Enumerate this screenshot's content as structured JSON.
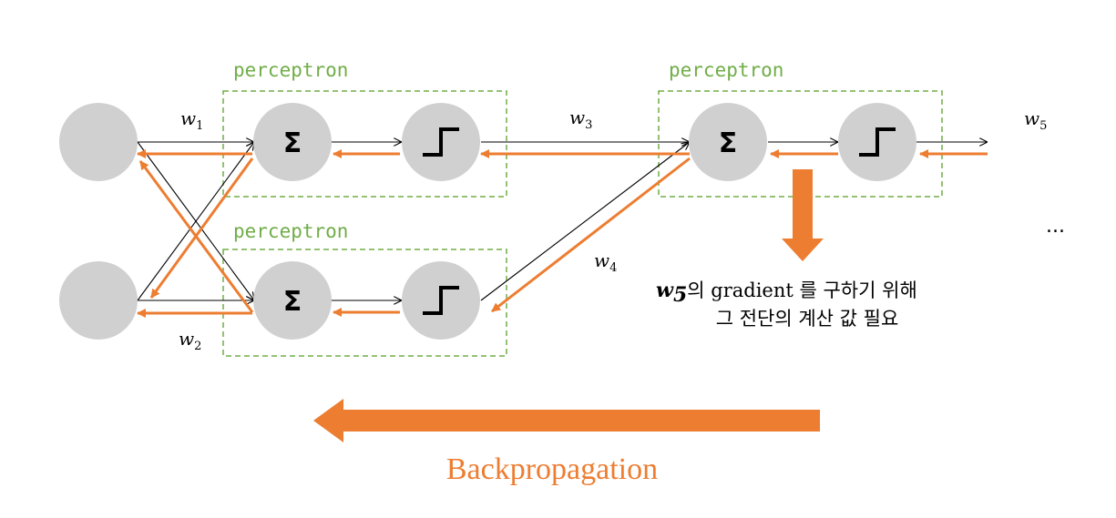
{
  "labels": {
    "perceptron_top_left": "perceptron",
    "perceptron_top_right": "perceptron",
    "perceptron_bottom": "perceptron",
    "sum_symbol": "Σ",
    "ellipsis": "...",
    "backpropagation": "Backpropagation"
  },
  "weights": {
    "w1": {
      "base": "w",
      "sub": "1"
    },
    "w2": {
      "base": "w",
      "sub": "2"
    },
    "w3": {
      "base": "w",
      "sub": "3"
    },
    "w4": {
      "base": "w",
      "sub": "4"
    },
    "w5": {
      "base": "w",
      "sub": "5"
    }
  },
  "note": {
    "w5_base": "w",
    "w5_sub": "5",
    "line1_rest": "의 gradient 를 구하기 위해",
    "line2": "그 전단의 계산 값 필요"
  },
  "colors": {
    "node_fill": "#d0d0d0",
    "backprop_orange": "#ed7d31",
    "perceptron_box_green": "#70ad47",
    "forward_line": "#000000"
  },
  "icons": {
    "sum_node": "sigma-symbol",
    "activation_node": "step-function-icon",
    "down_arrow": "down-arrow-icon",
    "left_arrow": "left-arrow-icon"
  }
}
